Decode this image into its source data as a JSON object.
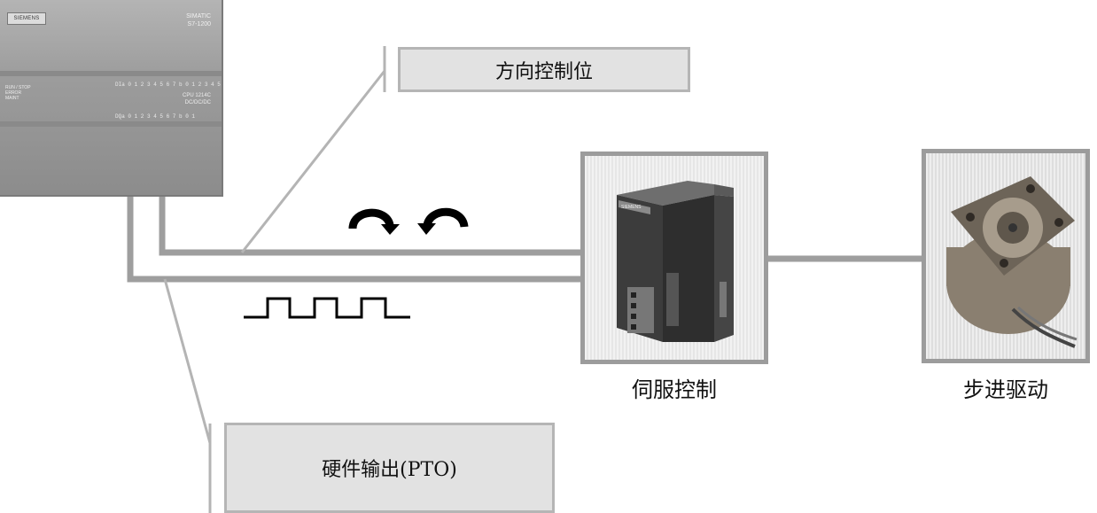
{
  "plc": {
    "brand": "SIEMENS",
    "model_line1": "SIMATIC",
    "model_line2": "S7-1200",
    "io_top": "DIa 0 1 2 3 4 5 6 7  b 0 1 2 3 4 5",
    "io_bottom": "DQa 0 1 2 3 4 5 6 7  b 0 1",
    "cpu_line1": "CPU 1214C",
    "cpu_line2": "DC/DC/DC",
    "leds": "RUN / STOP  ERROR  MAINT"
  },
  "labels": {
    "direction_bit": "方向控制位",
    "hardware_output": "硬件输出(PTO)",
    "servo_control": "伺服控制",
    "stepper_drive": "步进驱动"
  },
  "servo": {
    "brand": "SIEMENS"
  },
  "colors": {
    "wire": "#9e9e9e",
    "box_fill": "#e2e2e2",
    "box_border": "#b5b5b5"
  },
  "icons": [
    "rotate-clockwise-icon",
    "rotate-counterclockwise-icon",
    "pulse-train-icon"
  ]
}
